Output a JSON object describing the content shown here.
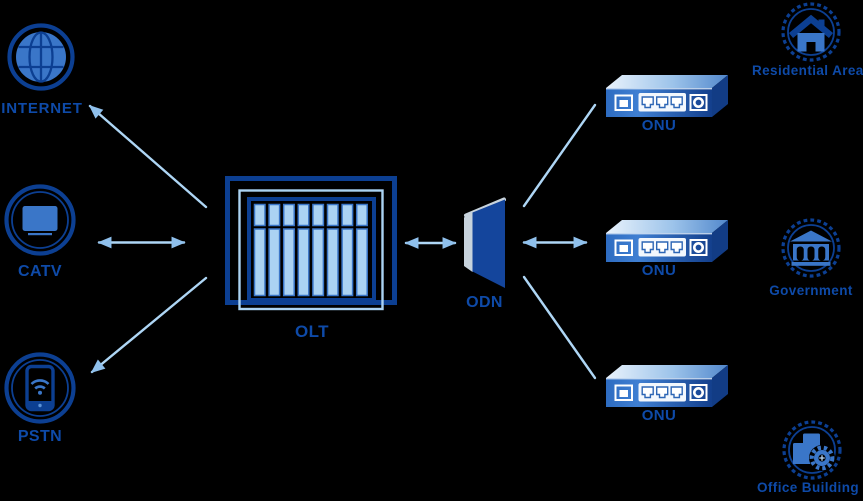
{
  "sources": [
    {
      "label": "INTERNET",
      "icon": "globe-icon"
    },
    {
      "label": "CATV",
      "icon": "tv-icon"
    },
    {
      "label": "PSTN",
      "icon": "smartphone-icon"
    }
  ],
  "core": {
    "olt_label": "OLT",
    "odn_label": "ODN"
  },
  "onus": [
    {
      "label": "ONU"
    },
    {
      "label": "ONU"
    },
    {
      "label": "ONU"
    }
  ],
  "destinations": [
    {
      "label": "Residential Area",
      "icon": "house-icon"
    },
    {
      "label": "Government",
      "icon": "government-building-icon"
    },
    {
      "label": "Office Building",
      "icon": "office-building-gear-icon"
    }
  ],
  "colors": {
    "navy": "#0c3f92",
    "medium_blue": "#3a76c8",
    "light_blue": "#abd3f3",
    "connector_blue": "#aed6f5",
    "label_blue": "#0e4aa8",
    "odn_face": "#14459c",
    "background": "#000000"
  }
}
